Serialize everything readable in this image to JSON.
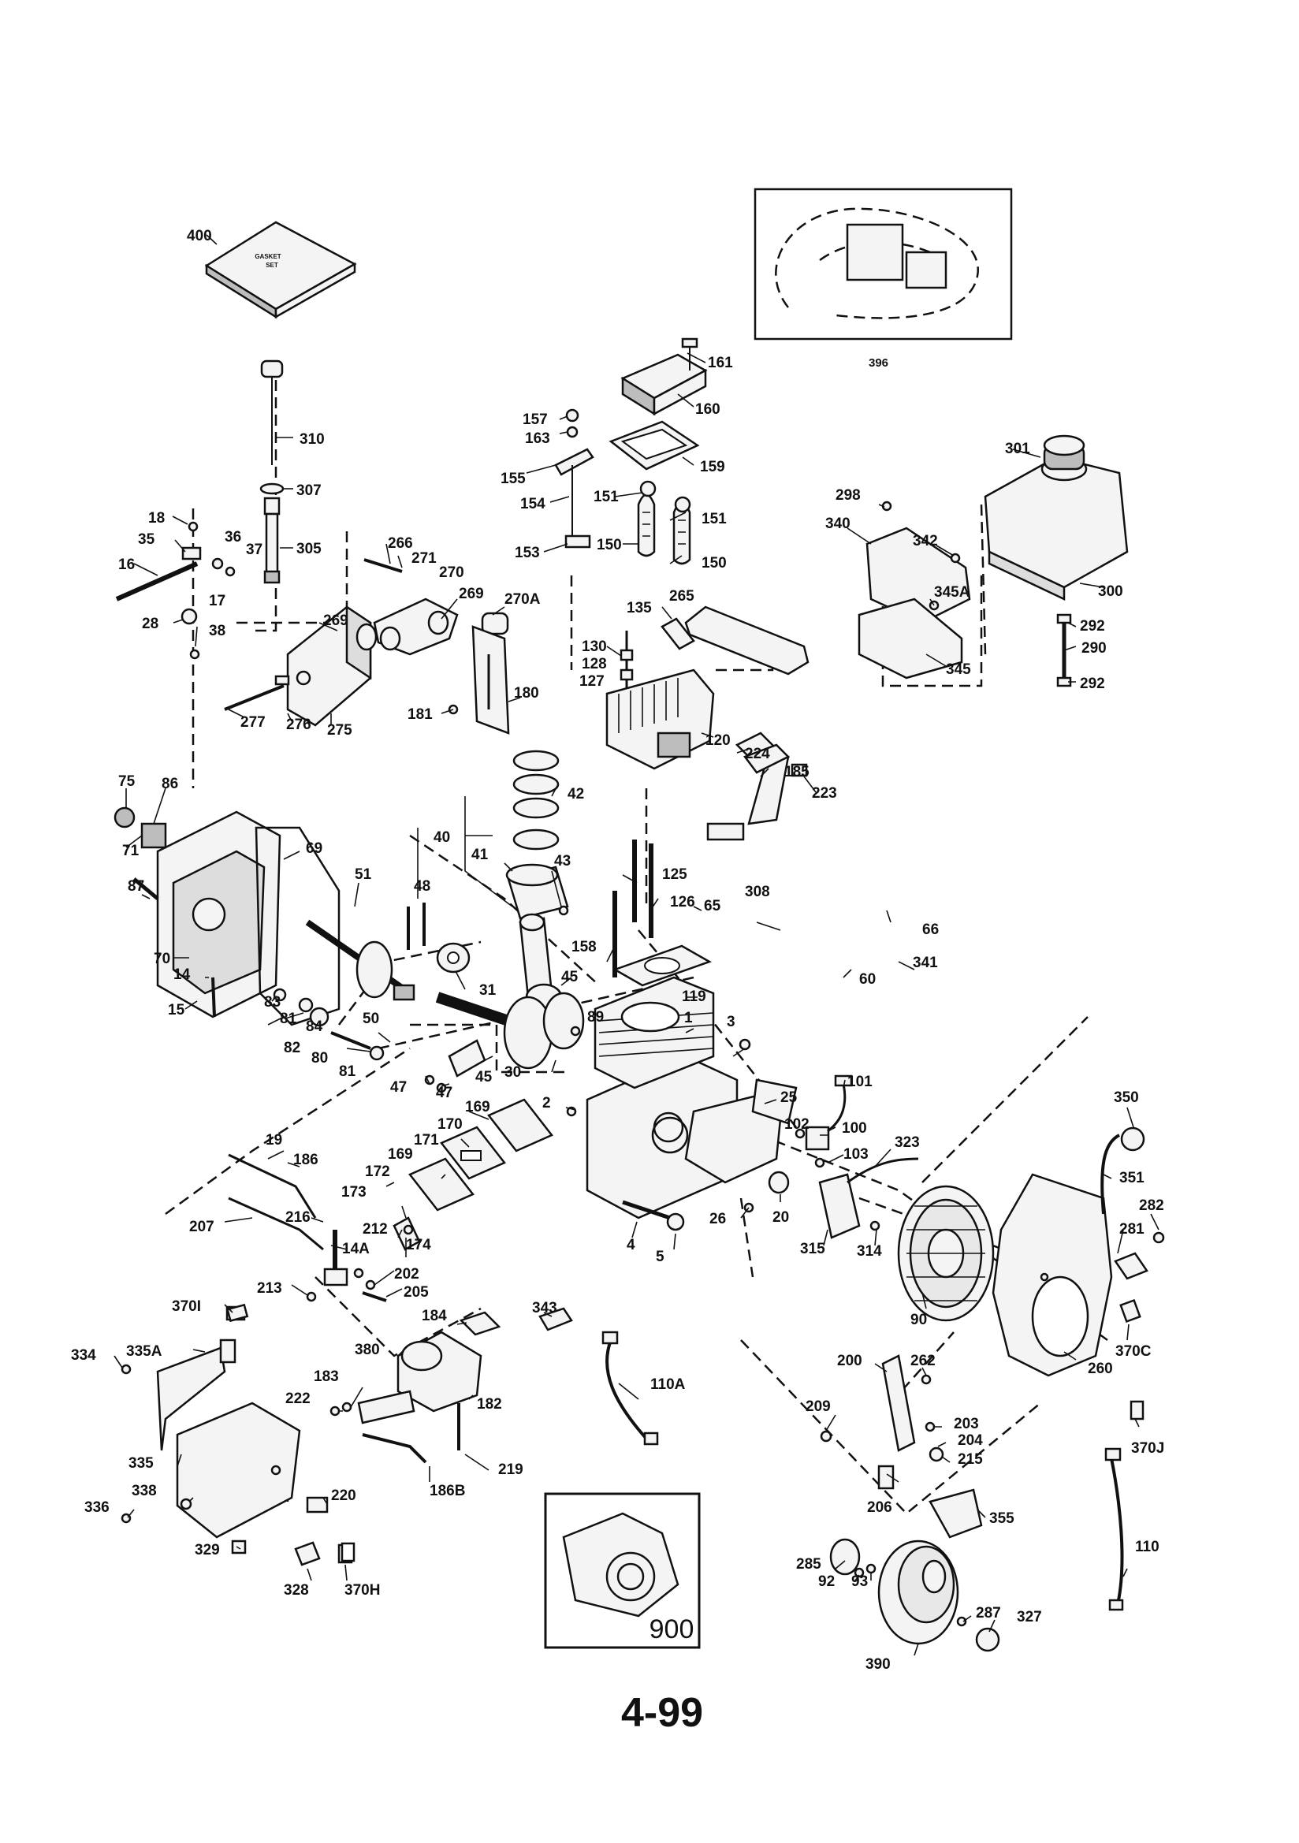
{
  "page_number": "4-99",
  "gasket_box_label": [
    "GASKET",
    "SET"
  ],
  "engine_inset_label": "900",
  "part_labels": [
    {
      "id": "400",
      "text": "400"
    },
    {
      "id": "396",
      "text": "396"
    },
    {
      "id": "161",
      "text": "161"
    },
    {
      "id": "160",
      "text": "160"
    },
    {
      "id": "157",
      "text": "157"
    },
    {
      "id": "163",
      "text": "163"
    },
    {
      "id": "159",
      "text": "159"
    },
    {
      "id": "155",
      "text": "155"
    },
    {
      "id": "154",
      "text": "154"
    },
    {
      "id": "151a",
      "text": "151"
    },
    {
      "id": "151b",
      "text": "151"
    },
    {
      "id": "150a",
      "text": "150"
    },
    {
      "id": "150b",
      "text": "150"
    },
    {
      "id": "153",
      "text": "153"
    },
    {
      "id": "310",
      "text": "310"
    },
    {
      "id": "307",
      "text": "307"
    },
    {
      "id": "305",
      "text": "305"
    },
    {
      "id": "18",
      "text": "18"
    },
    {
      "id": "35",
      "text": "35"
    },
    {
      "id": "36",
      "text": "36"
    },
    {
      "id": "37",
      "text": "37"
    },
    {
      "id": "16",
      "text": "16"
    },
    {
      "id": "17",
      "text": "17"
    },
    {
      "id": "28",
      "text": "28"
    },
    {
      "id": "38",
      "text": "38"
    },
    {
      "id": "266",
      "text": "266"
    },
    {
      "id": "271",
      "text": "271"
    },
    {
      "id": "270",
      "text": "270"
    },
    {
      "id": "269a",
      "text": "269"
    },
    {
      "id": "269b",
      "text": "269"
    },
    {
      "id": "270A",
      "text": "270A"
    },
    {
      "id": "265",
      "text": "265"
    },
    {
      "id": "135",
      "text": "135"
    },
    {
      "id": "130",
      "text": "130"
    },
    {
      "id": "128",
      "text": "128"
    },
    {
      "id": "127",
      "text": "127"
    },
    {
      "id": "301",
      "text": "301"
    },
    {
      "id": "298",
      "text": "298"
    },
    {
      "id": "340",
      "text": "340"
    },
    {
      "id": "342",
      "text": "342"
    },
    {
      "id": "345A",
      "text": "345A"
    },
    {
      "id": "300",
      "text": "300"
    },
    {
      "id": "292a",
      "text": "292"
    },
    {
      "id": "290",
      "text": "290"
    },
    {
      "id": "292b",
      "text": "292"
    },
    {
      "id": "345",
      "text": "345"
    },
    {
      "id": "277",
      "text": "277"
    },
    {
      "id": "276",
      "text": "276"
    },
    {
      "id": "275",
      "text": "275"
    },
    {
      "id": "181",
      "text": "181"
    },
    {
      "id": "180",
      "text": "180"
    },
    {
      "id": "120",
      "text": "120"
    },
    {
      "id": "224",
      "text": "224"
    },
    {
      "id": "185",
      "text": "185"
    },
    {
      "id": "223",
      "text": "223"
    },
    {
      "id": "75",
      "text": "75"
    },
    {
      "id": "86",
      "text": "86"
    },
    {
      "id": "71",
      "text": "71"
    },
    {
      "id": "42",
      "text": "42"
    },
    {
      "id": "40",
      "text": "40"
    },
    {
      "id": "41",
      "text": "41"
    },
    {
      "id": "43",
      "text": "43"
    },
    {
      "id": "125",
      "text": "125"
    },
    {
      "id": "69",
      "text": "69"
    },
    {
      "id": "87",
      "text": "87"
    },
    {
      "id": "51",
      "text": "51"
    },
    {
      "id": "48",
      "text": "48"
    },
    {
      "id": "126",
      "text": "126"
    },
    {
      "id": "65",
      "text": "65"
    },
    {
      "id": "308",
      "text": "308"
    },
    {
      "id": "66",
      "text": "66"
    },
    {
      "id": "70",
      "text": "70"
    },
    {
      "id": "14",
      "text": "14"
    },
    {
      "id": "158",
      "text": "158"
    },
    {
      "id": "341",
      "text": "341"
    },
    {
      "id": "15",
      "text": "15"
    },
    {
      "id": "31",
      "text": "31"
    },
    {
      "id": "45a",
      "text": "45"
    },
    {
      "id": "60",
      "text": "60"
    },
    {
      "id": "119",
      "text": "119"
    },
    {
      "id": "83",
      "text": "83"
    },
    {
      "id": "81a",
      "text": "81"
    },
    {
      "id": "84",
      "text": "84"
    },
    {
      "id": "50",
      "text": "50"
    },
    {
      "id": "89",
      "text": "89"
    },
    {
      "id": "1",
      "text": "1"
    },
    {
      "id": "82",
      "text": "82"
    },
    {
      "id": "3",
      "text": "3"
    },
    {
      "id": "80",
      "text": "80"
    },
    {
      "id": "81b",
      "text": "81"
    },
    {
      "id": "45b",
      "text": "45"
    },
    {
      "id": "30",
      "text": "30"
    },
    {
      "id": "47a",
      "text": "47"
    },
    {
      "id": "47b",
      "text": "47"
    },
    {
      "id": "101",
      "text": "101"
    },
    {
      "id": "2",
      "text": "2"
    },
    {
      "id": "25",
      "text": "25"
    },
    {
      "id": "169a",
      "text": "169"
    },
    {
      "id": "350",
      "text": "350"
    },
    {
      "id": "170",
      "text": "170"
    },
    {
      "id": "102",
      "text": "102"
    },
    {
      "id": "100",
      "text": "100"
    },
    {
      "id": "19",
      "text": "19"
    },
    {
      "id": "171",
      "text": "171"
    },
    {
      "id": "323",
      "text": "323"
    },
    {
      "id": "103",
      "text": "103"
    },
    {
      "id": "186",
      "text": "186"
    },
    {
      "id": "169b",
      "text": "169"
    },
    {
      "id": "351",
      "text": "351"
    },
    {
      "id": "172",
      "text": "172"
    },
    {
      "id": "173",
      "text": "173"
    },
    {
      "id": "26",
      "text": "26"
    },
    {
      "id": "20",
      "text": "20"
    },
    {
      "id": "282",
      "text": "282"
    },
    {
      "id": "207",
      "text": "207"
    },
    {
      "id": "216",
      "text": "216"
    },
    {
      "id": "212",
      "text": "212"
    },
    {
      "id": "4",
      "text": "4"
    },
    {
      "id": "174",
      "text": "174"
    },
    {
      "id": "281",
      "text": "281"
    },
    {
      "id": "14A",
      "text": "14A"
    },
    {
      "id": "5",
      "text": "5"
    },
    {
      "id": "315",
      "text": "315"
    },
    {
      "id": "314",
      "text": "314"
    },
    {
      "id": "202",
      "text": "202"
    },
    {
      "id": "213",
      "text": "213"
    },
    {
      "id": "205",
      "text": "205"
    },
    {
      "id": "90",
      "text": "90"
    },
    {
      "id": "370I",
      "text": "370I"
    },
    {
      "id": "343",
      "text": "343"
    },
    {
      "id": "184",
      "text": "184"
    },
    {
      "id": "370C",
      "text": "370C"
    },
    {
      "id": "334",
      "text": "334"
    },
    {
      "id": "335A",
      "text": "335A"
    },
    {
      "id": "380",
      "text": "380"
    },
    {
      "id": "260",
      "text": "260"
    },
    {
      "id": "200",
      "text": "200"
    },
    {
      "id": "262",
      "text": "262"
    },
    {
      "id": "110A",
      "text": "110A"
    },
    {
      "id": "183",
      "text": "183"
    },
    {
      "id": "222",
      "text": "222"
    },
    {
      "id": "182",
      "text": "182"
    },
    {
      "id": "209",
      "text": "209"
    },
    {
      "id": "203",
      "text": "203"
    },
    {
      "id": "204",
      "text": "204"
    },
    {
      "id": "370J",
      "text": "370J"
    },
    {
      "id": "335",
      "text": "335"
    },
    {
      "id": "215",
      "text": "215"
    },
    {
      "id": "219",
      "text": "219"
    },
    {
      "id": "338",
      "text": "338"
    },
    {
      "id": "220",
      "text": "220"
    },
    {
      "id": "186B",
      "text": "186B"
    },
    {
      "id": "336",
      "text": "336"
    },
    {
      "id": "206",
      "text": "206"
    },
    {
      "id": "355",
      "text": "355"
    },
    {
      "id": "329",
      "text": "329"
    },
    {
      "id": "110",
      "text": "110"
    },
    {
      "id": "285",
      "text": "285"
    },
    {
      "id": "92",
      "text": "92"
    },
    {
      "id": "93",
      "text": "93"
    },
    {
      "id": "328",
      "text": "328"
    },
    {
      "id": "370H",
      "text": "370H"
    },
    {
      "id": "287",
      "text": "287"
    },
    {
      "id": "327",
      "text": "327"
    },
    {
      "id": "390",
      "text": "390"
    }
  ]
}
